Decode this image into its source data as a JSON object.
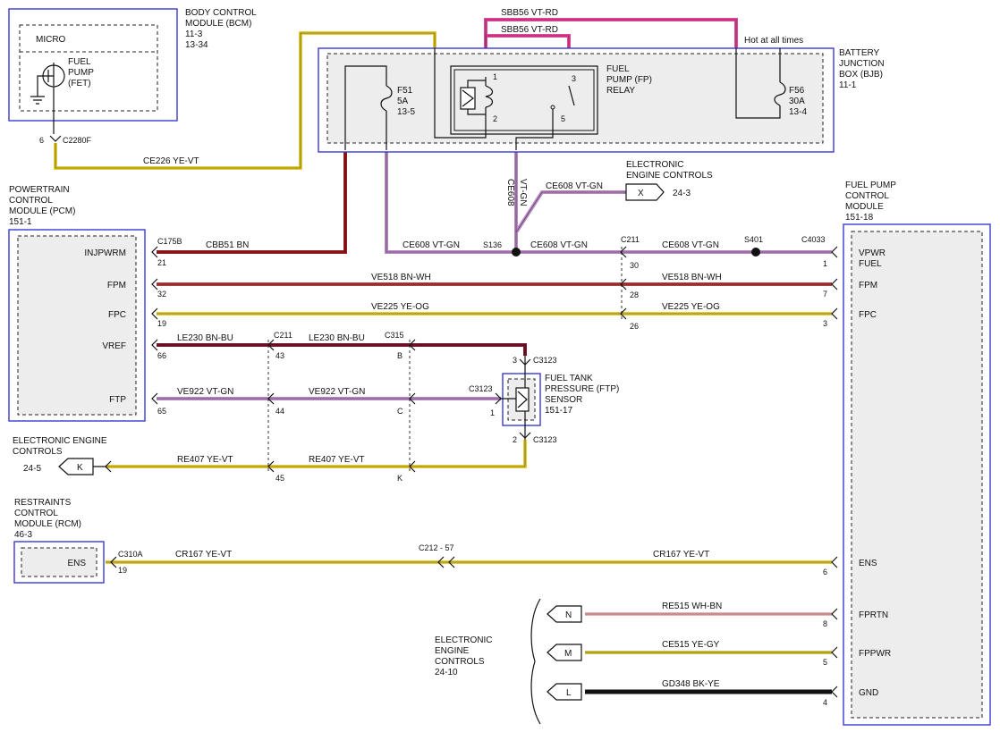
{
  "colors": {
    "ye_vt": "#e6cc2e",
    "bn": "#9a1c1c",
    "bn_wh": "#b04040",
    "vt_gn": "#b888c4",
    "vt_rd": "#e8449a",
    "bn_bu": "#7a1830",
    "ye_og": "#e6cc2e",
    "wh_bn": "#e8b0b0",
    "ye_gy": "#d6c640",
    "bk_ye": "#111111",
    "module_border": "#3a3ad0"
  },
  "modules": {
    "bcm": {
      "name1": "BODY CONTROL",
      "name2": "MODULE (BCM)",
      "ref1": "11-3",
      "ref2": "13-34",
      "micro": "MICRO",
      "fet1": "FUEL",
      "fet2": "PUMP",
      "fet3": "(FET)"
    },
    "bjb": {
      "name1": "BATTERY",
      "name2": "JUNCTION",
      "name3": "BOX (BJB)",
      "ref": "11-1"
    },
    "pcm": {
      "name1": "POWERTRAIN",
      "name2": "CONTROL",
      "name3": "MODULE (PCM)",
      "ref": "151-1"
    },
    "fpm": {
      "name1": "FUEL PUMP",
      "name2": "CONTROL",
      "name3": "MODULE",
      "ref": "151-18"
    },
    "rcm": {
      "name1": "RESTRAINTS",
      "name2": "CONTROL",
      "name3": "MODULE (RCM)",
      "ref": "46-3",
      "pin": "ENS"
    },
    "ftp": {
      "name1": "FUEL TANK",
      "name2": "PRESSURE (FTP)",
      "name3": "SENSOR",
      "ref": "151-17"
    },
    "relay": {
      "name1": "FUEL",
      "name2": "PUMP (FP)",
      "name3": "RELAY",
      "p1": "1",
      "p2": "2",
      "p3": "3",
      "p5": "5"
    }
  },
  "fuses": {
    "f51": {
      "id": "F51",
      "amp": "5A",
      "ref": "13-5"
    },
    "f56": {
      "id": "F56",
      "amp": "30A",
      "ref": "13-4"
    },
    "hot": "Hot at all times"
  },
  "pcm_pins": [
    "INJPWRM",
    "FPM",
    "FPC",
    "VREF",
    "FTP"
  ],
  "fpm_pins": [
    "VPWR",
    "FUEL",
    "FPM",
    "FPC",
    "ENS",
    "FPRTN",
    "FPPWR",
    "GND"
  ],
  "connectors": {
    "c2280f": "C2280F",
    "c2280f_pin": "6",
    "c175b": "C175B",
    "c211": "C211",
    "c4033": "C4033",
    "c315": "C315",
    "c3123": "C3123",
    "c310a": "C310A",
    "c212": "C212 - 57",
    "s136": "S136",
    "s401": "S401"
  },
  "pins": {
    "p21": "21",
    "p32": "32",
    "p19": "19",
    "p66": "66",
    "p65": "65",
    "p30": "30",
    "p28": "28",
    "p26": "26",
    "p1": "1",
    "p7": "7",
    "p3": "3",
    "p43": "43",
    "p44": "44",
    "p45": "45",
    "pB": "B",
    "pC": "C",
    "pK": "K",
    "s3": "3",
    "s1": "1",
    "s2": "2",
    "rcm19": "19",
    "f6": "6",
    "f8": "8",
    "f5": "5",
    "f4": "4"
  },
  "wires": {
    "ce226": "CE226  YE-VT",
    "sbb56": "SBB56  VT-RD",
    "cbb51": "CBB51  BN",
    "ce608": "CE608  VT-GN",
    "ce608_v": "CE608",
    "vtgn_v": "VT-GN",
    "ve518": "VE518  BN-WH",
    "ve225": "VE225  YE-OG",
    "le230": "LE230  BN-BU",
    "ve922": "VE922  VT-GN",
    "re407": "RE407  YE-VT",
    "cr167": "CR167  YE-VT",
    "re515": "RE515  WH-BN",
    "ce515": "CE515  YE-GY",
    "gd348": "GD348  BK-YE"
  },
  "refs": {
    "eec1": "ELECTRONIC",
    "eec2": "ENGINE CONTROLS",
    "eec_x_ref": "24-3",
    "eec_x_letter": "X",
    "eec_k1": "ELECTRONIC ENGINE",
    "eec_k2": "CONTROLS",
    "eec_k_ref": "24-5",
    "eec_k_letter": "K",
    "eec_b1": "ELECTRONIC",
    "eec_b2": "ENGINE",
    "eec_b3": "CONTROLS",
    "eec_b_ref": "24-10",
    "eec_n": "N",
    "eec_m": "M",
    "eec_l": "L"
  }
}
